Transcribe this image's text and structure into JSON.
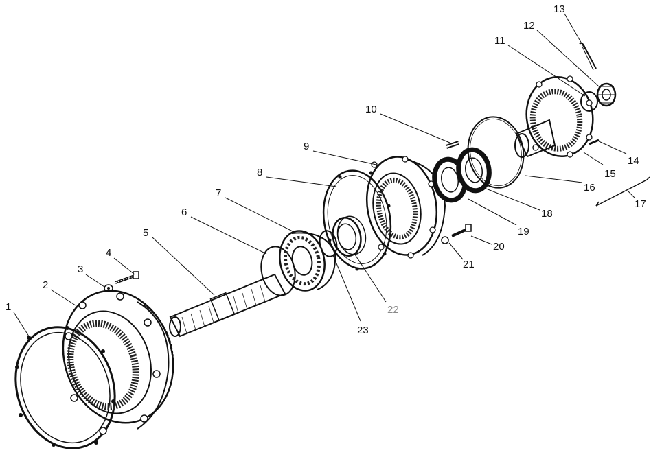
{
  "figure": {
    "type": "exploded-assembly-drawing",
    "parts": [
      {
        "num": "1",
        "icon": "gasket-ring"
      },
      {
        "num": "2",
        "icon": "housing-flange"
      },
      {
        "num": "3",
        "icon": "washer"
      },
      {
        "num": "4",
        "icon": "bolt"
      },
      {
        "num": "5",
        "icon": "splined-shaft"
      },
      {
        "num": "6",
        "icon": "snap-ring"
      },
      {
        "num": "7",
        "icon": "ball-bearing"
      },
      {
        "num": "8",
        "icon": "gasket"
      },
      {
        "num": "9",
        "icon": "bearing-housing"
      },
      {
        "num": "10",
        "icon": "pin"
      },
      {
        "num": "11",
        "icon": "o-ring"
      },
      {
        "num": "12",
        "icon": "castle-nut"
      },
      {
        "num": "13",
        "icon": "cotter-pin"
      },
      {
        "num": "14",
        "icon": "stud"
      },
      {
        "num": "15",
        "icon": "flange-hub"
      },
      {
        "num": "16",
        "icon": "ring"
      },
      {
        "num": "17",
        "icon": "assembly-bracket"
      },
      {
        "num": "18",
        "icon": "seal"
      },
      {
        "num": "19",
        "icon": "seal"
      },
      {
        "num": "20",
        "icon": "bolt"
      },
      {
        "num": "21",
        "icon": "washer"
      },
      {
        "num": "22",
        "icon": "bearing-cup"
      },
      {
        "num": "23",
        "icon": "retaining-ring"
      }
    ],
    "accent_colors": {
      "ink": "#111111",
      "grey_label": "#8a8a8a",
      "background": "#ffffff"
    }
  }
}
